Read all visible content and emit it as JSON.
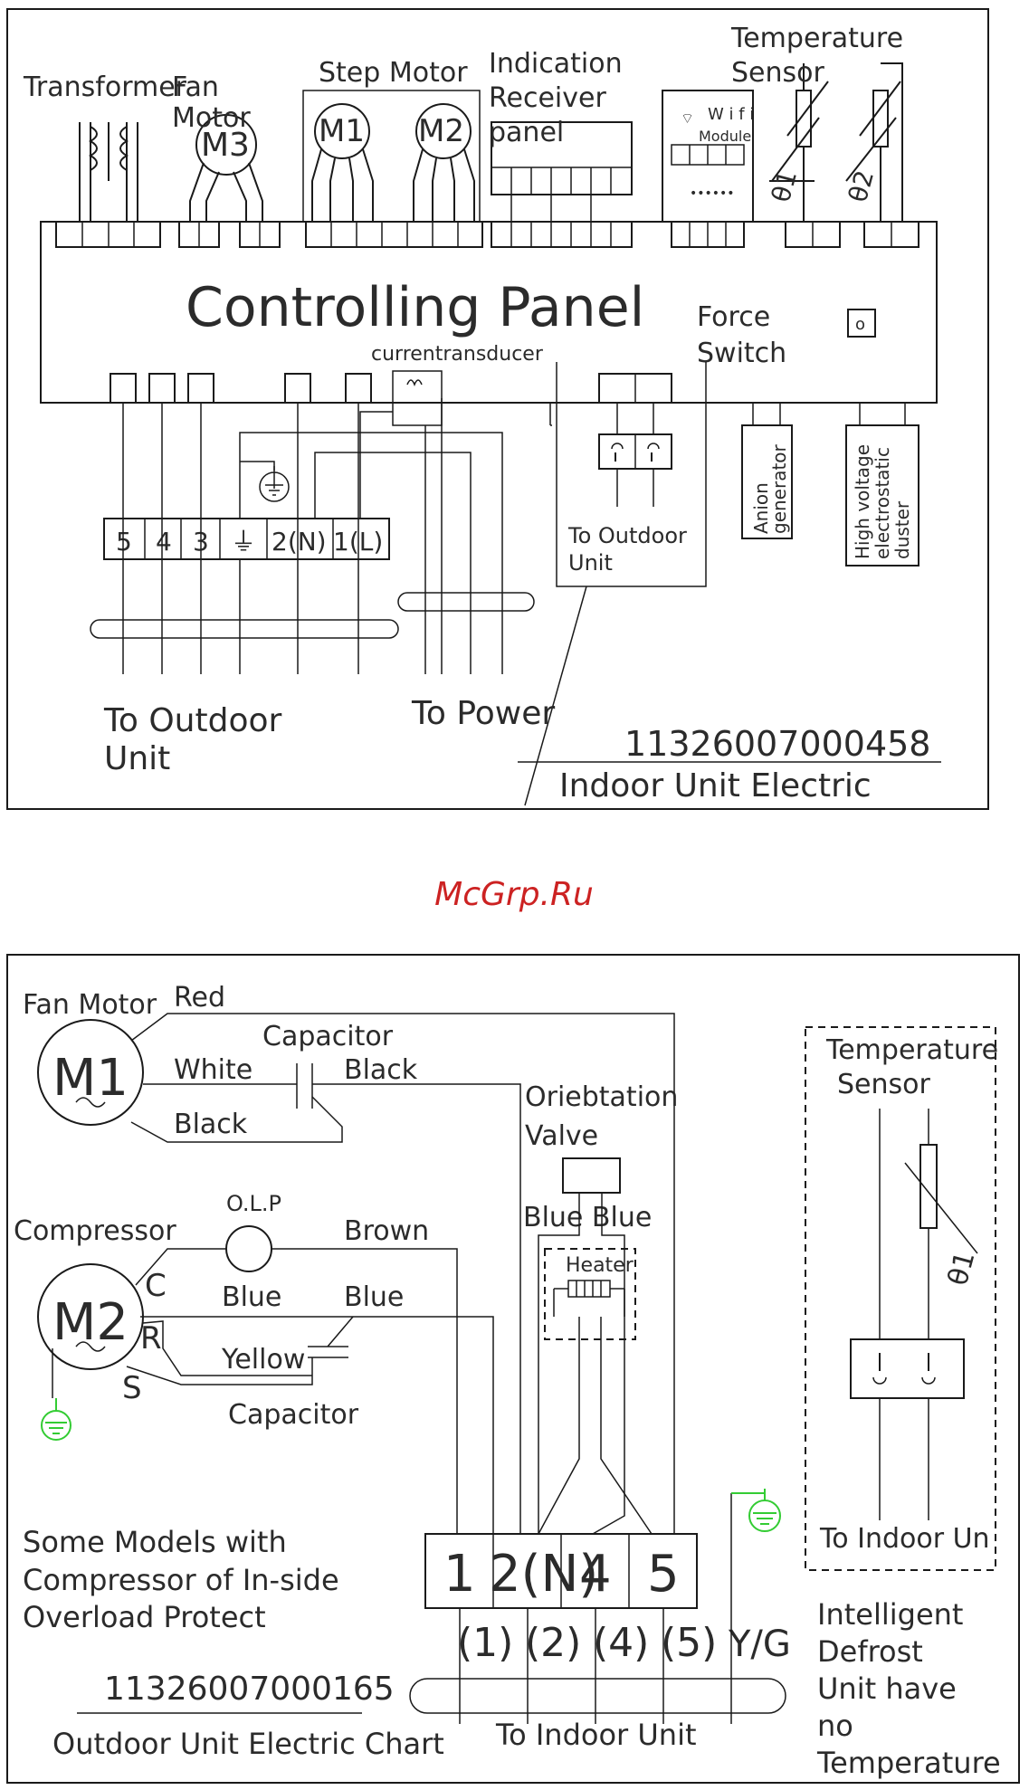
{
  "indoor": {
    "labels": {
      "transformer": "Transformer",
      "fan_motor_1": "Fan",
      "fan_motor_2": "Motor",
      "step_motor": "Step  Motor",
      "indication_1": "Indication",
      "indication_2": "Receiver",
      "indication_3": "panel",
      "temp_sensor_1": "Temperature",
      "temp_sensor_2": "Sensor",
      "wifi_1": "W i f i",
      "wifi_2": "Module",
      "wifi_dots": "••••••",
      "theta1": "θ1",
      "theta2": "θ2",
      "m3": "M3",
      "m1": "M1",
      "m2": "M2",
      "controlling_panel": "Controlling   Panel",
      "force_switch_1": "Force",
      "force_switch_2": "Switch",
      "force_switch_symbol": "o",
      "current_transducer": "currentransducer",
      "to_outdoor_unit_inner_1": "To  Outdoor",
      "to_outdoor_unit_inner_2": "Unit",
      "anion_1": "Anion",
      "anion_2": "generator",
      "hv_1": "High voltage",
      "hv_2": "electrostatic",
      "hv_3": "duster",
      "to_outdoor_unit_1": "To  Outdoor",
      "to_outdoor_unit_2": "Unit",
      "to_power": "To  Power",
      "part_number": "11326007000458",
      "title": "Indoor  Unit  Electric"
    },
    "terminals": [
      "5",
      "4",
      "3",
      "⏚",
      "2(N)",
      "1(L)"
    ]
  },
  "watermark": "McGrp.Ru",
  "outdoor": {
    "labels": {
      "fan_motor": "Fan  Motor",
      "m1": "M1",
      "red": "Red",
      "white": "White",
      "black_1": "Black",
      "black_2": "Black",
      "capacitor_1": "Capacitor",
      "orientation_1": "Oriebtation",
      "orientation_2": "Valve",
      "blue_blue": "Blue Blue",
      "heater": "Heater",
      "olp": "O.L.P",
      "compressor": "Compressor",
      "m2": "M2",
      "brown": "Brown",
      "c": "C",
      "r": "R",
      "s": "S",
      "blue_1": "Blue",
      "blue_2": "Blue",
      "yellow": "Yellow",
      "capacitor_2": "Capacitor",
      "temp_sensor_1": "Temperature",
      "temp_sensor_2": "Sensor",
      "theta1": "θ1",
      "to_indoor_unit_right": "To  Indoor  Un",
      "some_models_1": "Some  Models  with",
      "some_models_2": "Compressor  of  In-side",
      "some_models_3": "Overload  Protect",
      "part_number": "11326007000165",
      "title": "Outdoor  Unit  Electric  Chart",
      "to_indoor_unit": "To  Indoor  Unit",
      "yg": "Y/G",
      "intelligent_1": "Intelligent",
      "intelligent_2": "Defrost",
      "intelligent_3": "Unit  have",
      "intelligent_4": "no",
      "intelligent_5": "Temperature"
    },
    "terminals_top": [
      "1",
      "2(N)",
      "4",
      "5"
    ],
    "terminals_bottom": [
      "(1)",
      "(2)",
      "(4)",
      "(5)"
    ]
  }
}
